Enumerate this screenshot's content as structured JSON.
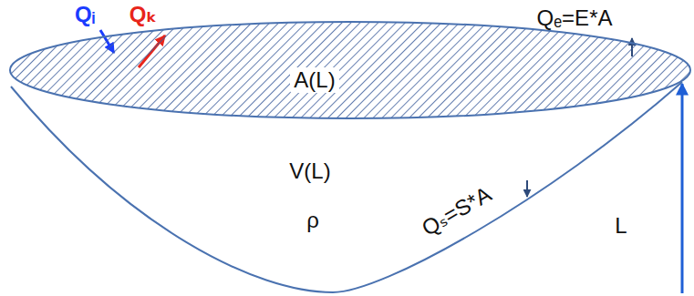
{
  "diagram": {
    "nodes": [
      {
        "text": [
          "A(L)"
        ]
      },
      {
        "text": [
          "V(L)",
          "ρ"
        ]
      }
    ],
    "labels": [
      "Qᵢ",
      "Qₖ",
      "Qₑ=E*A",
      "Qₛ=S*A",
      "L"
    ]
  }
}
